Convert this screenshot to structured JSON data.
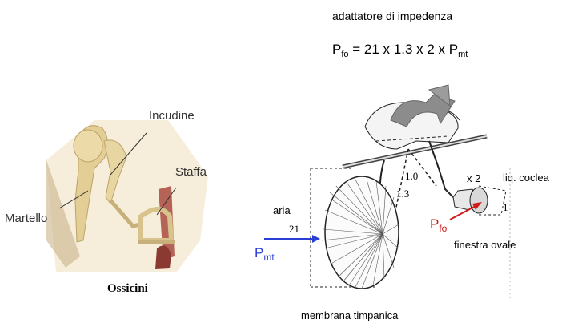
{
  "header": {
    "title": "adattatore di impedenza",
    "formula": {
      "p": "P",
      "fo_sub": "fo",
      "middle": "= 21 x 1.3 x 2 x P",
      "mt_sub": "mt"
    }
  },
  "ossicles_figure": {
    "incudine": "Incudine",
    "staffa": "Staffa",
    "martello": "Martello",
    "caption": "Ossicini"
  },
  "mechanics_figure": {
    "aria": "aria",
    "pmt_p": "P",
    "pmt_sub": "mt",
    "pfo_p": "P",
    "pfo_sub": "fo",
    "ratio_21": "21",
    "lever_10": "1.0",
    "lever_13": "1.3",
    "x2": "x 2",
    "one": "1",
    "liq_coclea": "liq. coclea",
    "finestra_ovale": "finestra ovale",
    "membrana_timpanica": "membrana timpanica"
  },
  "colors": {
    "pmt": "#2b3fd6",
    "pfo": "#d21a1a",
    "bone": "#e8d6a8",
    "arrow_gray": "#8c8c8c"
  }
}
